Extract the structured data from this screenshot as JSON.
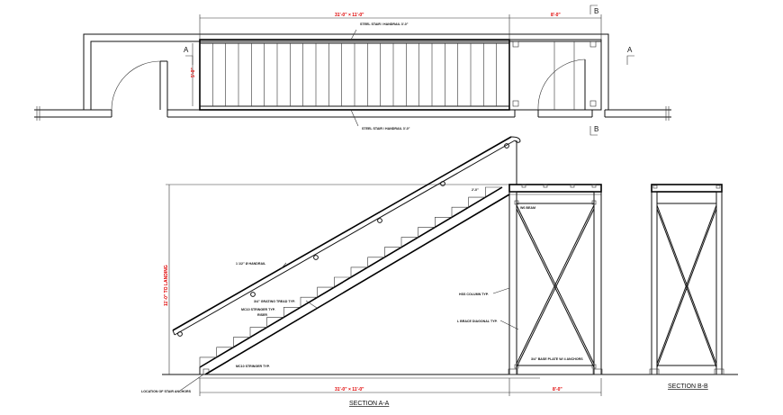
{
  "plan": {
    "width_dimension": "31'-0\" × 11'-0\"",
    "landing_dimension": "8'-0\"",
    "depth_dimension": "5'-0\"",
    "top_note": "STEEL STAIR / HANDRAIL 3'-0\"",
    "bottom_note": "STEEL STAIR / HANDRAIL 3'-0\"",
    "section_a_marker": "A",
    "section_b_marker": "B"
  },
  "elevation": {
    "run_dimension": "31'-0\" × 11'-0\"",
    "landing_width_dimension": "8'-0\"",
    "height_dimension": "11'-0\" TO LANDING",
    "handrail_note": "1 1/2\" Ø HANDRAIL",
    "stringer_note": "MC10 STRINGER TYP.",
    "tread_note": "3/4\" GRATING TREAD TYP.",
    "riser_note": "RISER",
    "column_note": "HSS COLUMN TYP.",
    "brace_note": "L BRACE DIAGONAL TYP.",
    "beam_note": "W6 BEAM",
    "base_note": "3/4\" BASE PLATE W/ 4 ANCHORS",
    "landing_dim": "2'-0\"",
    "anchor_note": "LOCATION OF STAIR ANCHORS",
    "title": "SECTION A-A"
  },
  "section_b": {
    "title": "SECTION B-B"
  }
}
